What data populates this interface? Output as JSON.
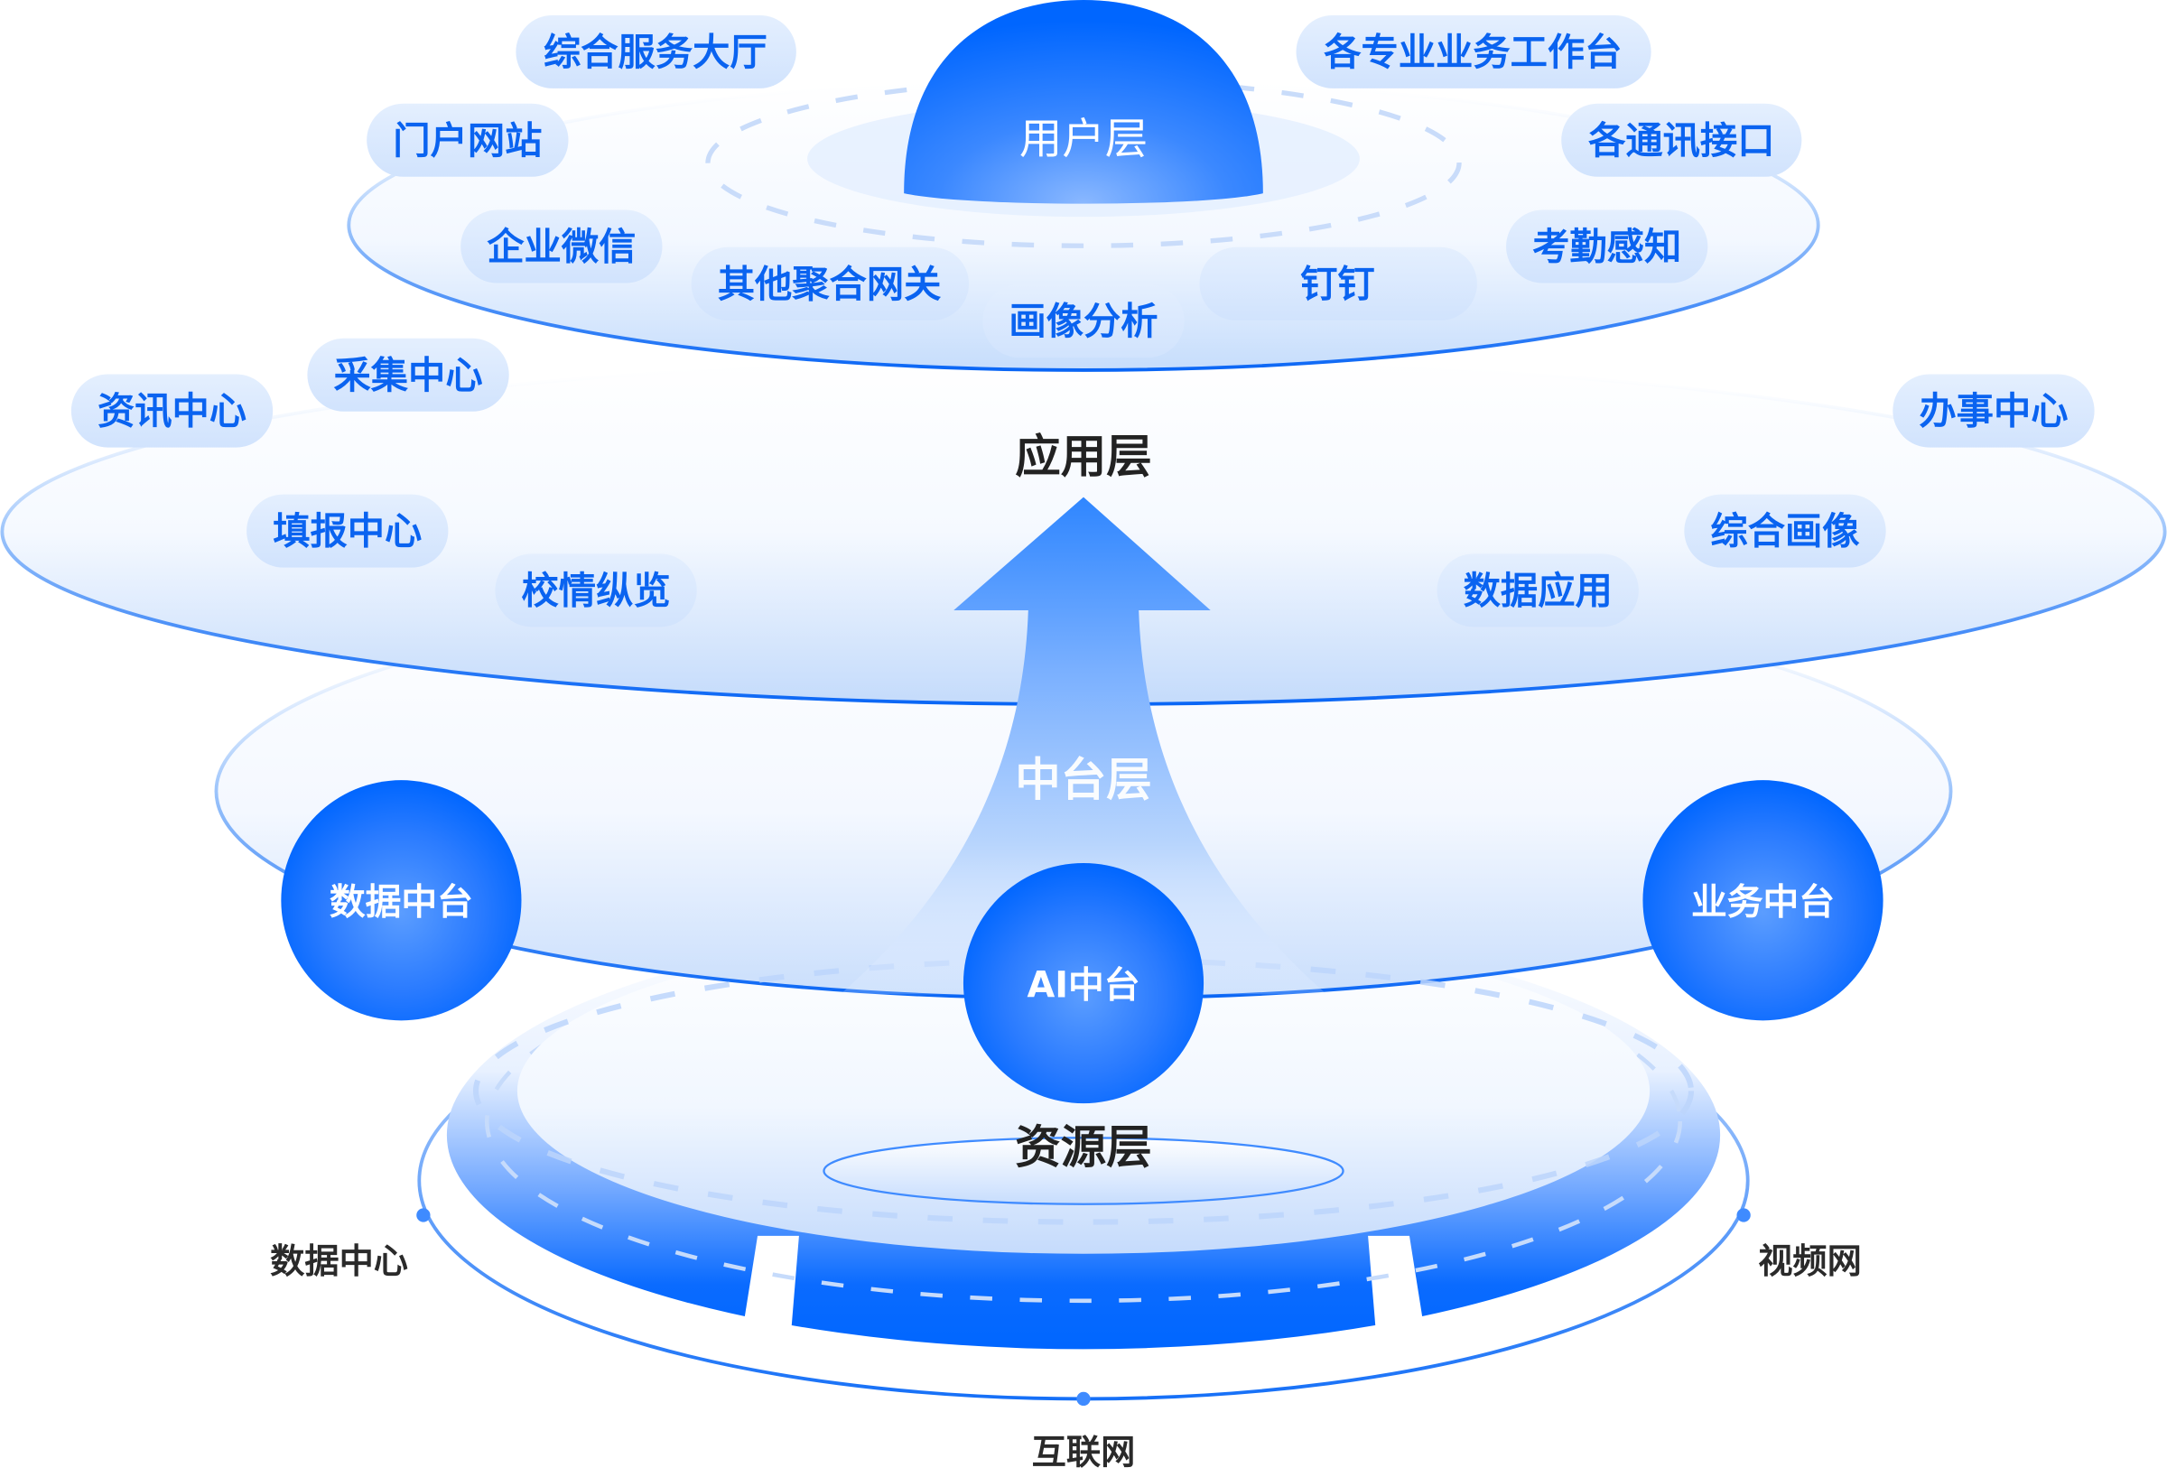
{
  "colors": {
    "accent": "#0066ff",
    "pill_bg": "#dbe9fd",
    "pill_text": "#0a63f0",
    "layer_title": "#222222",
    "ring_edge": "#1a73f5"
  },
  "user_layer": {
    "title": "用户层",
    "pills": [
      {
        "label": "综合服务大厅"
      },
      {
        "label": "各专业业务工作台"
      },
      {
        "label": "门户网站"
      },
      {
        "label": "各通讯接口"
      },
      {
        "label": "企业微信"
      },
      {
        "label": "考勤感知"
      },
      {
        "label": "其他聚合网关"
      },
      {
        "label": "钉钉"
      },
      {
        "label": "画像分析"
      }
    ]
  },
  "app_layer": {
    "title": "应用层",
    "pills": [
      {
        "label": "资讯中心"
      },
      {
        "label": "采集中心"
      },
      {
        "label": "办事中心"
      },
      {
        "label": "填报中心"
      },
      {
        "label": "综合画像"
      },
      {
        "label": "校情纵览"
      },
      {
        "label": "数据应用"
      }
    ]
  },
  "middle_layer": {
    "title": "中台层",
    "bubbles": [
      {
        "label": "数据中台"
      },
      {
        "label": "AI中台"
      },
      {
        "label": "业务中台"
      }
    ]
  },
  "resource_layer": {
    "title": "资源层",
    "networks": [
      {
        "label": "数据中心"
      },
      {
        "label": "视频网"
      },
      {
        "label": "互联网"
      }
    ]
  }
}
